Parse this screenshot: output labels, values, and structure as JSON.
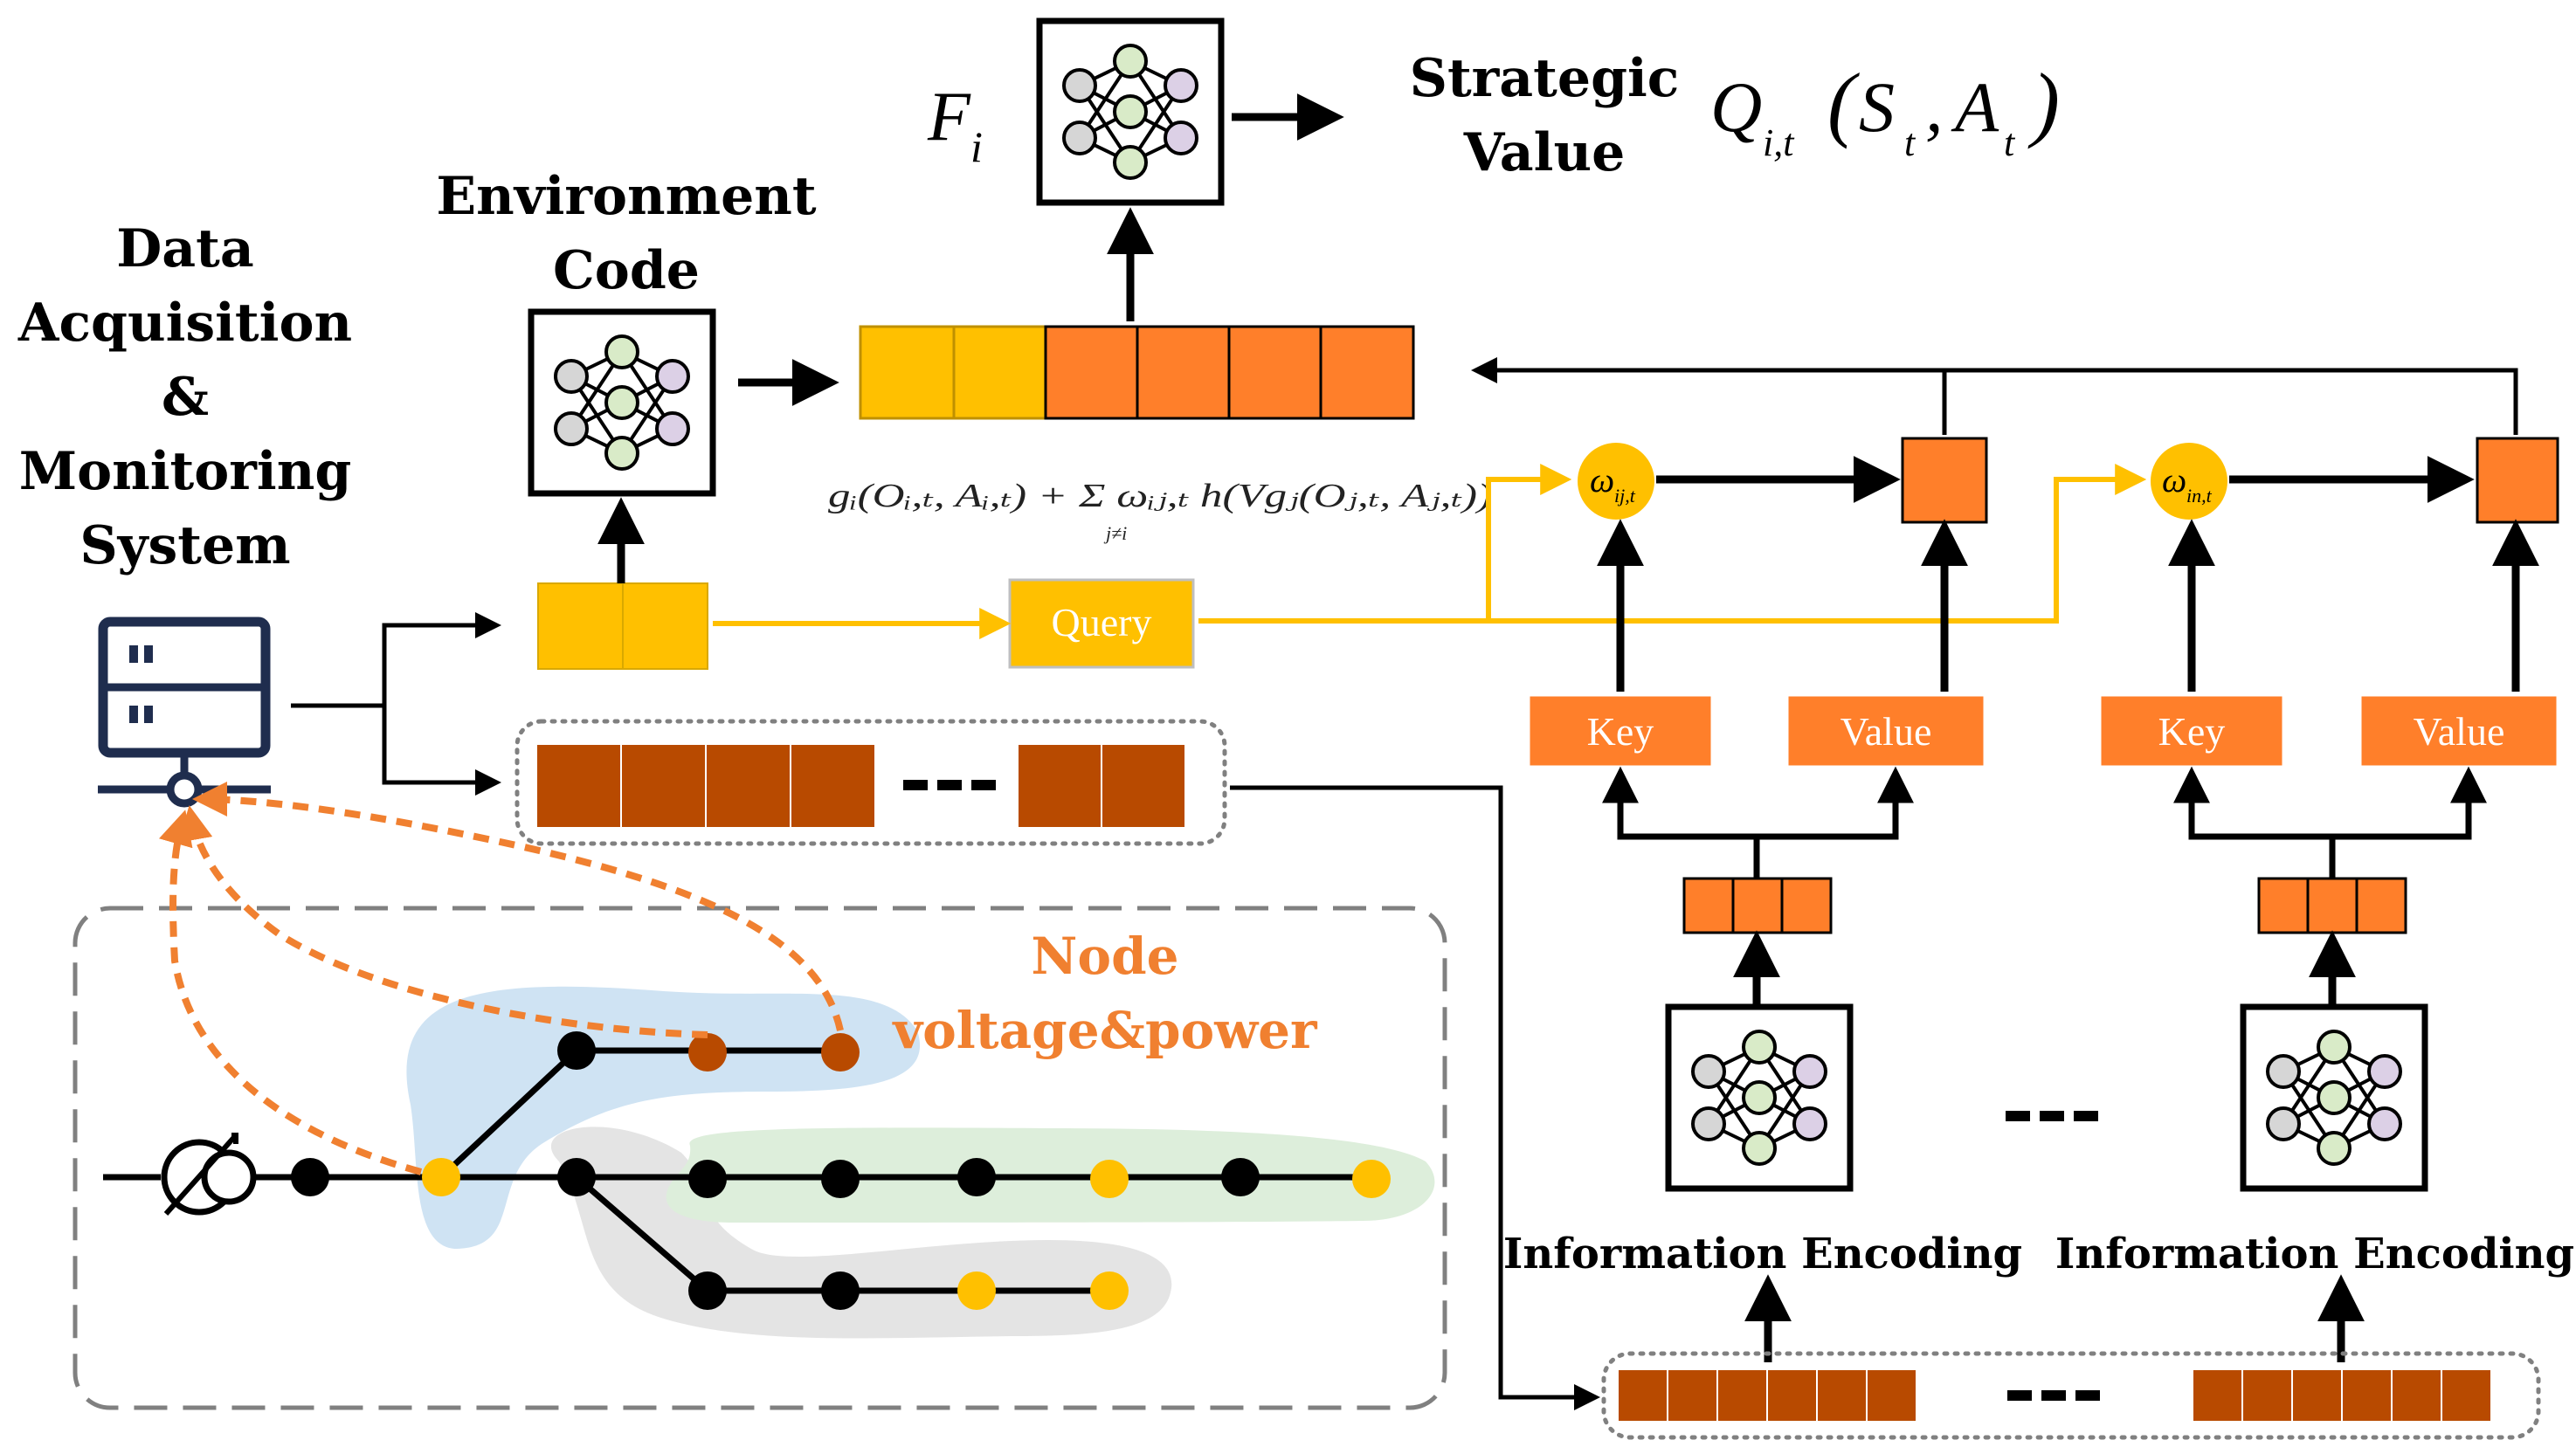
{
  "labels": {
    "data_acq_line1": "Data",
    "data_acq_line2": "Acquisition",
    "data_acq_line3": "&",
    "data_acq_line4": "Monitoring",
    "data_acq_line5": "System",
    "env_code_line1": "Environment",
    "env_code_line2": "Code",
    "strategic_line1": "Strategic",
    "strategic_line2": "Value",
    "fi": "F",
    "fi_sub": "i",
    "q_main": "Q",
    "q_sub": "i,t",
    "q_args_open": "(",
    "q_s": "S",
    "q_s_sub": "t",
    "q_comma": ",",
    "q_a": "A",
    "q_a_sub": "t",
    "q_args_close": ")",
    "formula": "gᵢ(Oᵢ,ₜ, Aᵢ,ₜ) + Σ ωᵢⱼ,ₜ h(Vgⱼ(Oⱼ,ₜ, Aⱼ,ₜ))",
    "formula_sum_sub": "j≠i",
    "query": "Query",
    "key1": "Key",
    "value1": "Value",
    "key2": "Key",
    "value2": "Value",
    "omega1": "ω",
    "omega1_sub": "ij,t",
    "omega2": "ω",
    "omega2_sub": "in,t",
    "info_enc1": "Information Encoding",
    "info_enc2": "Information Encoding",
    "node_line1": "Node",
    "node_line2": "voltage&power",
    "ellipsis": "---"
  },
  "colors": {
    "yellow": "#FFC000",
    "orange": "#FF7F2A",
    "brown": "#B84A00",
    "navy": "#1F2D4E",
    "dashed_orange": "#F08030",
    "blue_region": "#CFE3F3",
    "green_region": "#DDEEDB",
    "gray_region": "#E4E4E4",
    "node_purple": "#DCD0E6",
    "node_green": "#D9EBC8",
    "node_gray": "#D6D6D6"
  },
  "icons": [
    "server-icon",
    "neural-network-icon",
    "generator-icon"
  ]
}
